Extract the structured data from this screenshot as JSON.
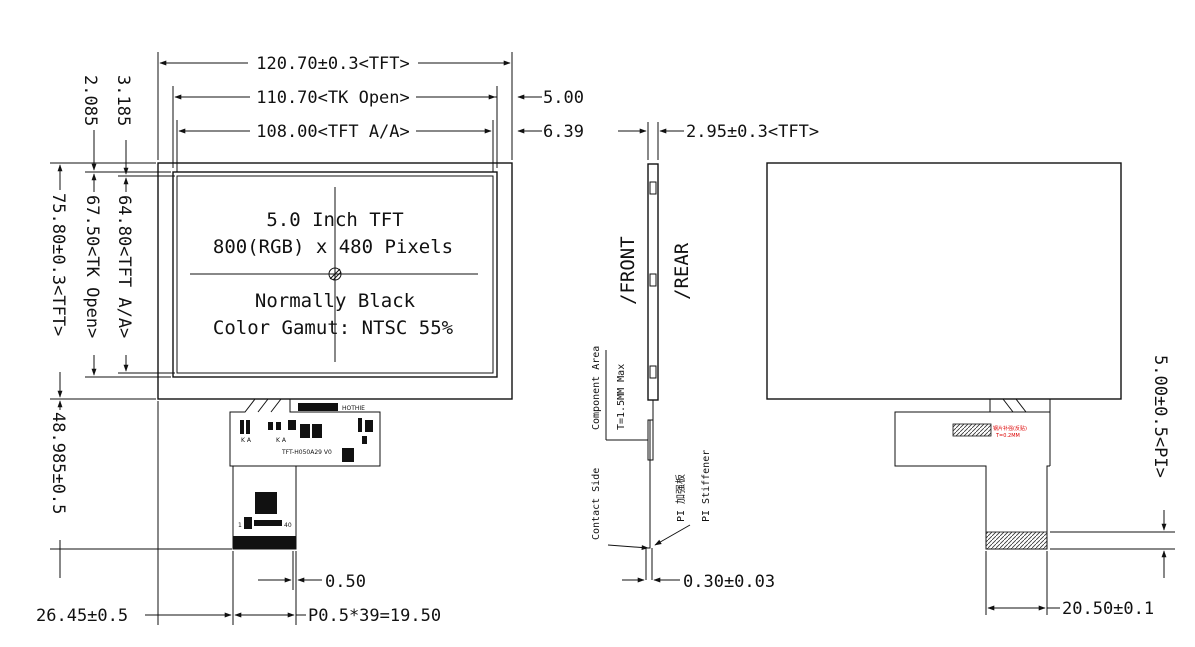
{
  "front_view": {
    "width_tft": "120.70±0.3<TFT>",
    "width_tk_open": "110.70<TK Open>",
    "width_tft_aa": "108.00<TFT A/A>",
    "right_offset_tk": "5.00",
    "right_offset_aa": "6.39",
    "top_offset_tk": "3.185",
    "top_offset_aa": "2.085",
    "height_tft": "75.80±0.3<TFT>",
    "height_tk_open": "67.50<TK Open>",
    "height_tft_aa": "64.80<TFT A/A>",
    "fpc_length": "48.985±0.5",
    "fpc_left_offset": "26.45±0.5",
    "pin_width": "0.50",
    "pitch": "P0.5*39=19.50",
    "center_text": {
      "line1": "5.0 Inch TFT",
      "line2": "800(RGB) x 480 Pixels",
      "line3": "Normally Black",
      "line4": "Color Gamut: NTSC 55%"
    },
    "fpc_labels": {
      "brand": "HOTHIE",
      "part_no": "TFT-H050A29 V0",
      "pin_first": "1",
      "pin_last": "40",
      "ka1": "K A",
      "ka2": "K A"
    }
  },
  "side_view": {
    "thickness": "2.95±0.3<TFT>",
    "front_label": "/FRONT",
    "rear_label": "/REAR",
    "component_area": "Component Area",
    "component_max": "T=1.5MM Max",
    "contact_side": "Contact Side",
    "pi_cn": "PI 加强板",
    "pi_stiffener": "PI Stiffener",
    "fpc_thickness": "0.30±0.03"
  },
  "rear_view": {
    "stiffener_length": "5.00±0.5<PI>",
    "fpc_width": "20.50±0.1",
    "red_note1": "钢片补强(反贴)",
    "red_note2": "T=0.2MM"
  }
}
